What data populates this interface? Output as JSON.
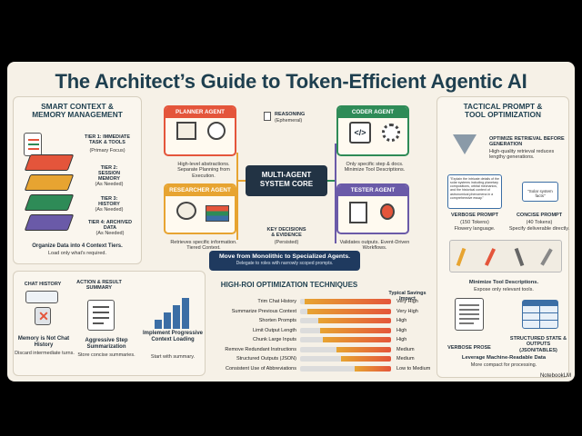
{
  "title": "The Architect’s Guide to Token-Efficient Agentic AI",
  "colors": {
    "planner": "#e4553b",
    "coder": "#2e8b57",
    "researcher": "#e7a431",
    "tester": "#6a5aa8",
    "core": "#223344",
    "banner": "#1f3a5f"
  },
  "left": {
    "heading": "SMART CONTEXT &\nMEMORY MANAGEMENT",
    "tiers": [
      {
        "label": "TIER 1: IMMEDIATE TASK & TOOLS",
        "note": "(Primary Focus)"
      },
      {
        "label": "TIER 2: SESSION MEMORY",
        "note": "(As Needed)"
      },
      {
        "label": "TIER 3: HISTORY",
        "note": "(As Needed)"
      },
      {
        "label": "TIER 4: ARCHIVED DATA",
        "note": "(As Needed)"
      }
    ],
    "organize": "Organize Data into 4 Context Tiers.",
    "organize_sub": "Load only what's required.",
    "chat_history": "CHAT HISTORY",
    "action_summary": "ACTION & RESULT SUMMARY",
    "memory": "Memory is Not Chat History",
    "memory_sub": "Discard intermediate turns.",
    "aggressive": "Aggressive Step Summarization",
    "aggressive_sub": "Store concise summaries.",
    "progressive": "Implement Progressive Context Loading",
    "progressive_sub": "Start with summary."
  },
  "center": {
    "planner": {
      "label": "PLANNER AGENT",
      "desc": "High-level abstractions. Separate Planning from Execution."
    },
    "researcher": {
      "label": "RESEARCHER AGENT",
      "desc": "Retrieves specific information. Tiered Context."
    },
    "coder": {
      "label": "CODER AGENT",
      "desc": "Only specific step & docs. Minimize Tool Descriptions."
    },
    "tester": {
      "label": "TESTER AGENT",
      "desc": "Validates outputs. Event-Driven Workflows."
    },
    "reasoning": "REASONING",
    "reasoning_sub": "(Ephemeral)",
    "core": "MULTI-AGENT\nSYSTEM CORE",
    "key_decisions": "KEY DECISIONS\n& EVIDENCE",
    "key_decisions_sub": "(Persisted)",
    "banner": "Move from Monolithic to Specialized Agents.",
    "banner_sub": "Delegate to roles with narrowly scoped prompts.",
    "techniques_heading": "HIGH-ROI OPTIMIZATION TECHNIQUES",
    "impact_heading": "Typical Savings Impact",
    "techniques": [
      {
        "name": "Trim Chat History",
        "impact": "Very High",
        "level": 0.95
      },
      {
        "name": "Summarize Previous Context",
        "impact": "Very High",
        "level": 0.92
      },
      {
        "name": "Shorten Prompts",
        "impact": "High",
        "level": 0.8
      },
      {
        "name": "Limit Output Length",
        "impact": "High",
        "level": 0.78
      },
      {
        "name": "Chunk Large Inputs",
        "impact": "High",
        "level": 0.75
      },
      {
        "name": "Remove Redundant Instructions",
        "impact": "Medium",
        "level": 0.6
      },
      {
        "name": "Structured Outputs (JSON)",
        "impact": "Medium",
        "level": 0.55
      },
      {
        "name": "Consistent Use of Abbreviations",
        "impact": "Low to Medium",
        "level": 0.4
      }
    ]
  },
  "right": {
    "heading": "TACTICAL PROMPT &\nTOOL OPTIMIZATION",
    "optimize": "OPTIMIZE RETRIEVAL BEFORE GENERATION",
    "optimize_sub": "High-quality retrieval reduces lengthy generations.",
    "verbose_note": "\"Explain the intricate details of the solar systems including planetary compositions, orbital mechanics, and the historical context of astronomical phenomena in a comprehensive essay.\"",
    "concise_note": "\"Solar system facts\"",
    "verbose_prompt": "VERBOSE PROMPT",
    "verbose_tokens": "(150 Tokens)",
    "verbose_sub": "Flowery language.",
    "concise_prompt": "CONCISE PROMPT",
    "concise_tokens": "(40 Tokens)",
    "concise_sub": "Specify deliverable directly.",
    "minimize": "Minimize Tool Descriptions.",
    "minimize_sub": "Expose only relevant tools.",
    "verbose_prose": "VERBOSE PROSE",
    "structured": "STRUCTURED STATE & OUTPUTS (JSON/TABLES)",
    "leverage": "Leverage Machine-Readable Data",
    "leverage_sub": "More compact for processing."
  },
  "footer": {
    "brand": "NotebookLM"
  }
}
